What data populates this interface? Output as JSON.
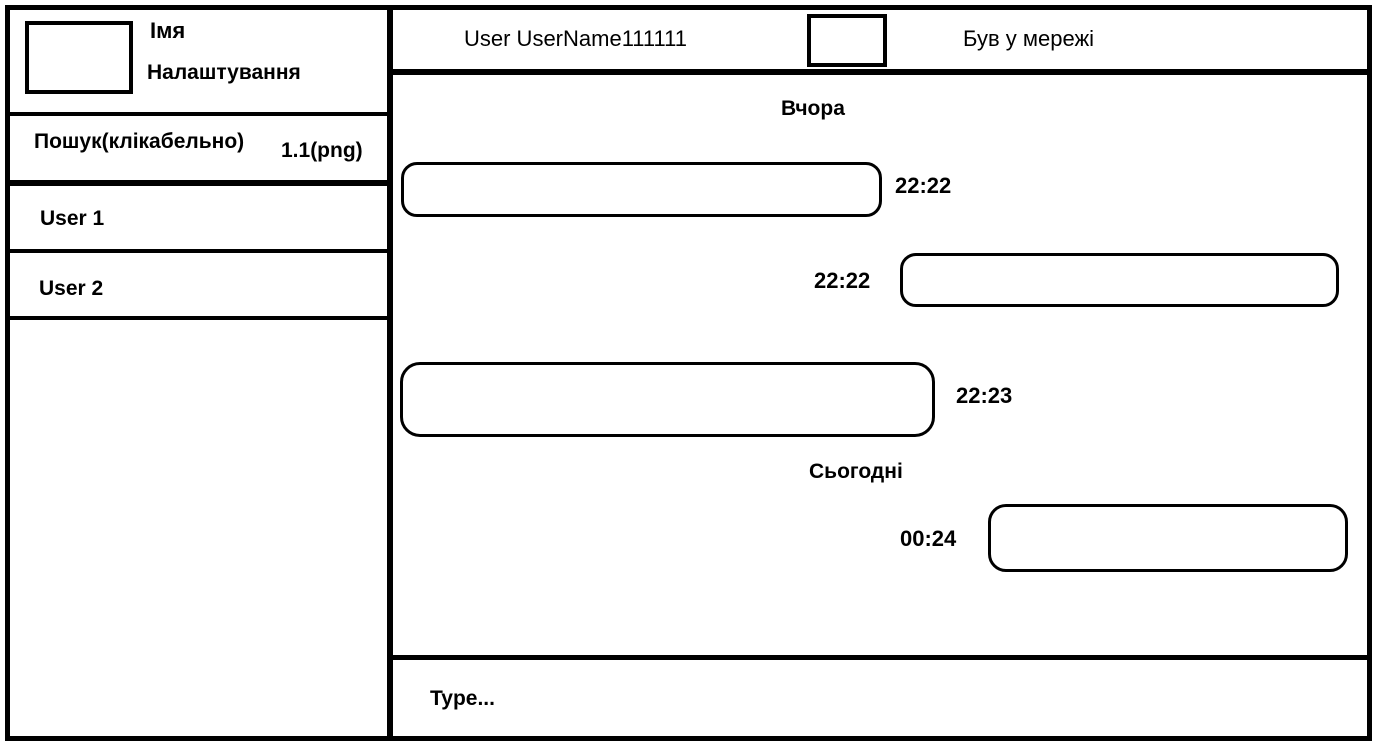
{
  "sidebar": {
    "profile": {
      "name": "Імя",
      "settings": "Налаштування"
    },
    "search": {
      "label": "Пошук(клікабельно)",
      "note": "1.1(png)"
    },
    "users": [
      {
        "label": "User 1"
      },
      {
        "label": "User 2"
      }
    ]
  },
  "chat": {
    "header": {
      "user": "User UserName111111",
      "status": "Був у мережі"
    },
    "days": {
      "yesterday": "Вчора",
      "today": "Сьогодні"
    },
    "messages": [
      {
        "time": "22:22",
        "side": "left"
      },
      {
        "time": "22:22",
        "side": "right"
      },
      {
        "time": "22:23",
        "side": "left"
      },
      {
        "time": "00:24",
        "side": "right"
      }
    ],
    "input": {
      "placeholder": "Type..."
    }
  }
}
